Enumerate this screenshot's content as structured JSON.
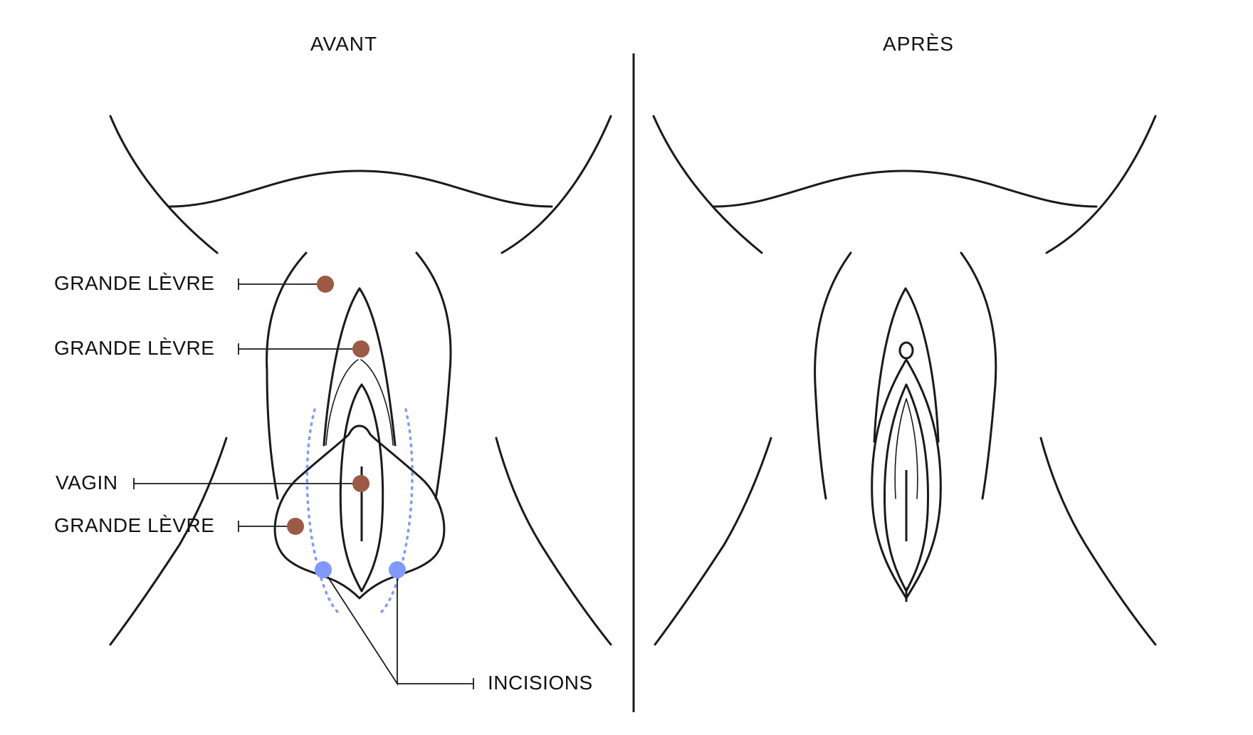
{
  "panels": {
    "before_title": "AVANT",
    "after_title": "APRÈS"
  },
  "labels": {
    "grande_levre_1": "GRANDE LÈVRE",
    "grande_levre_2": "GRANDE LÈVRE",
    "vagin": "VAGIN",
    "grande_levre_3": "GRANDE LÈVRE",
    "incisions": "INCISIONS"
  },
  "colors": {
    "marker": "#9c5a44",
    "incision": "#8099ff",
    "line": "#1a1a1a"
  }
}
